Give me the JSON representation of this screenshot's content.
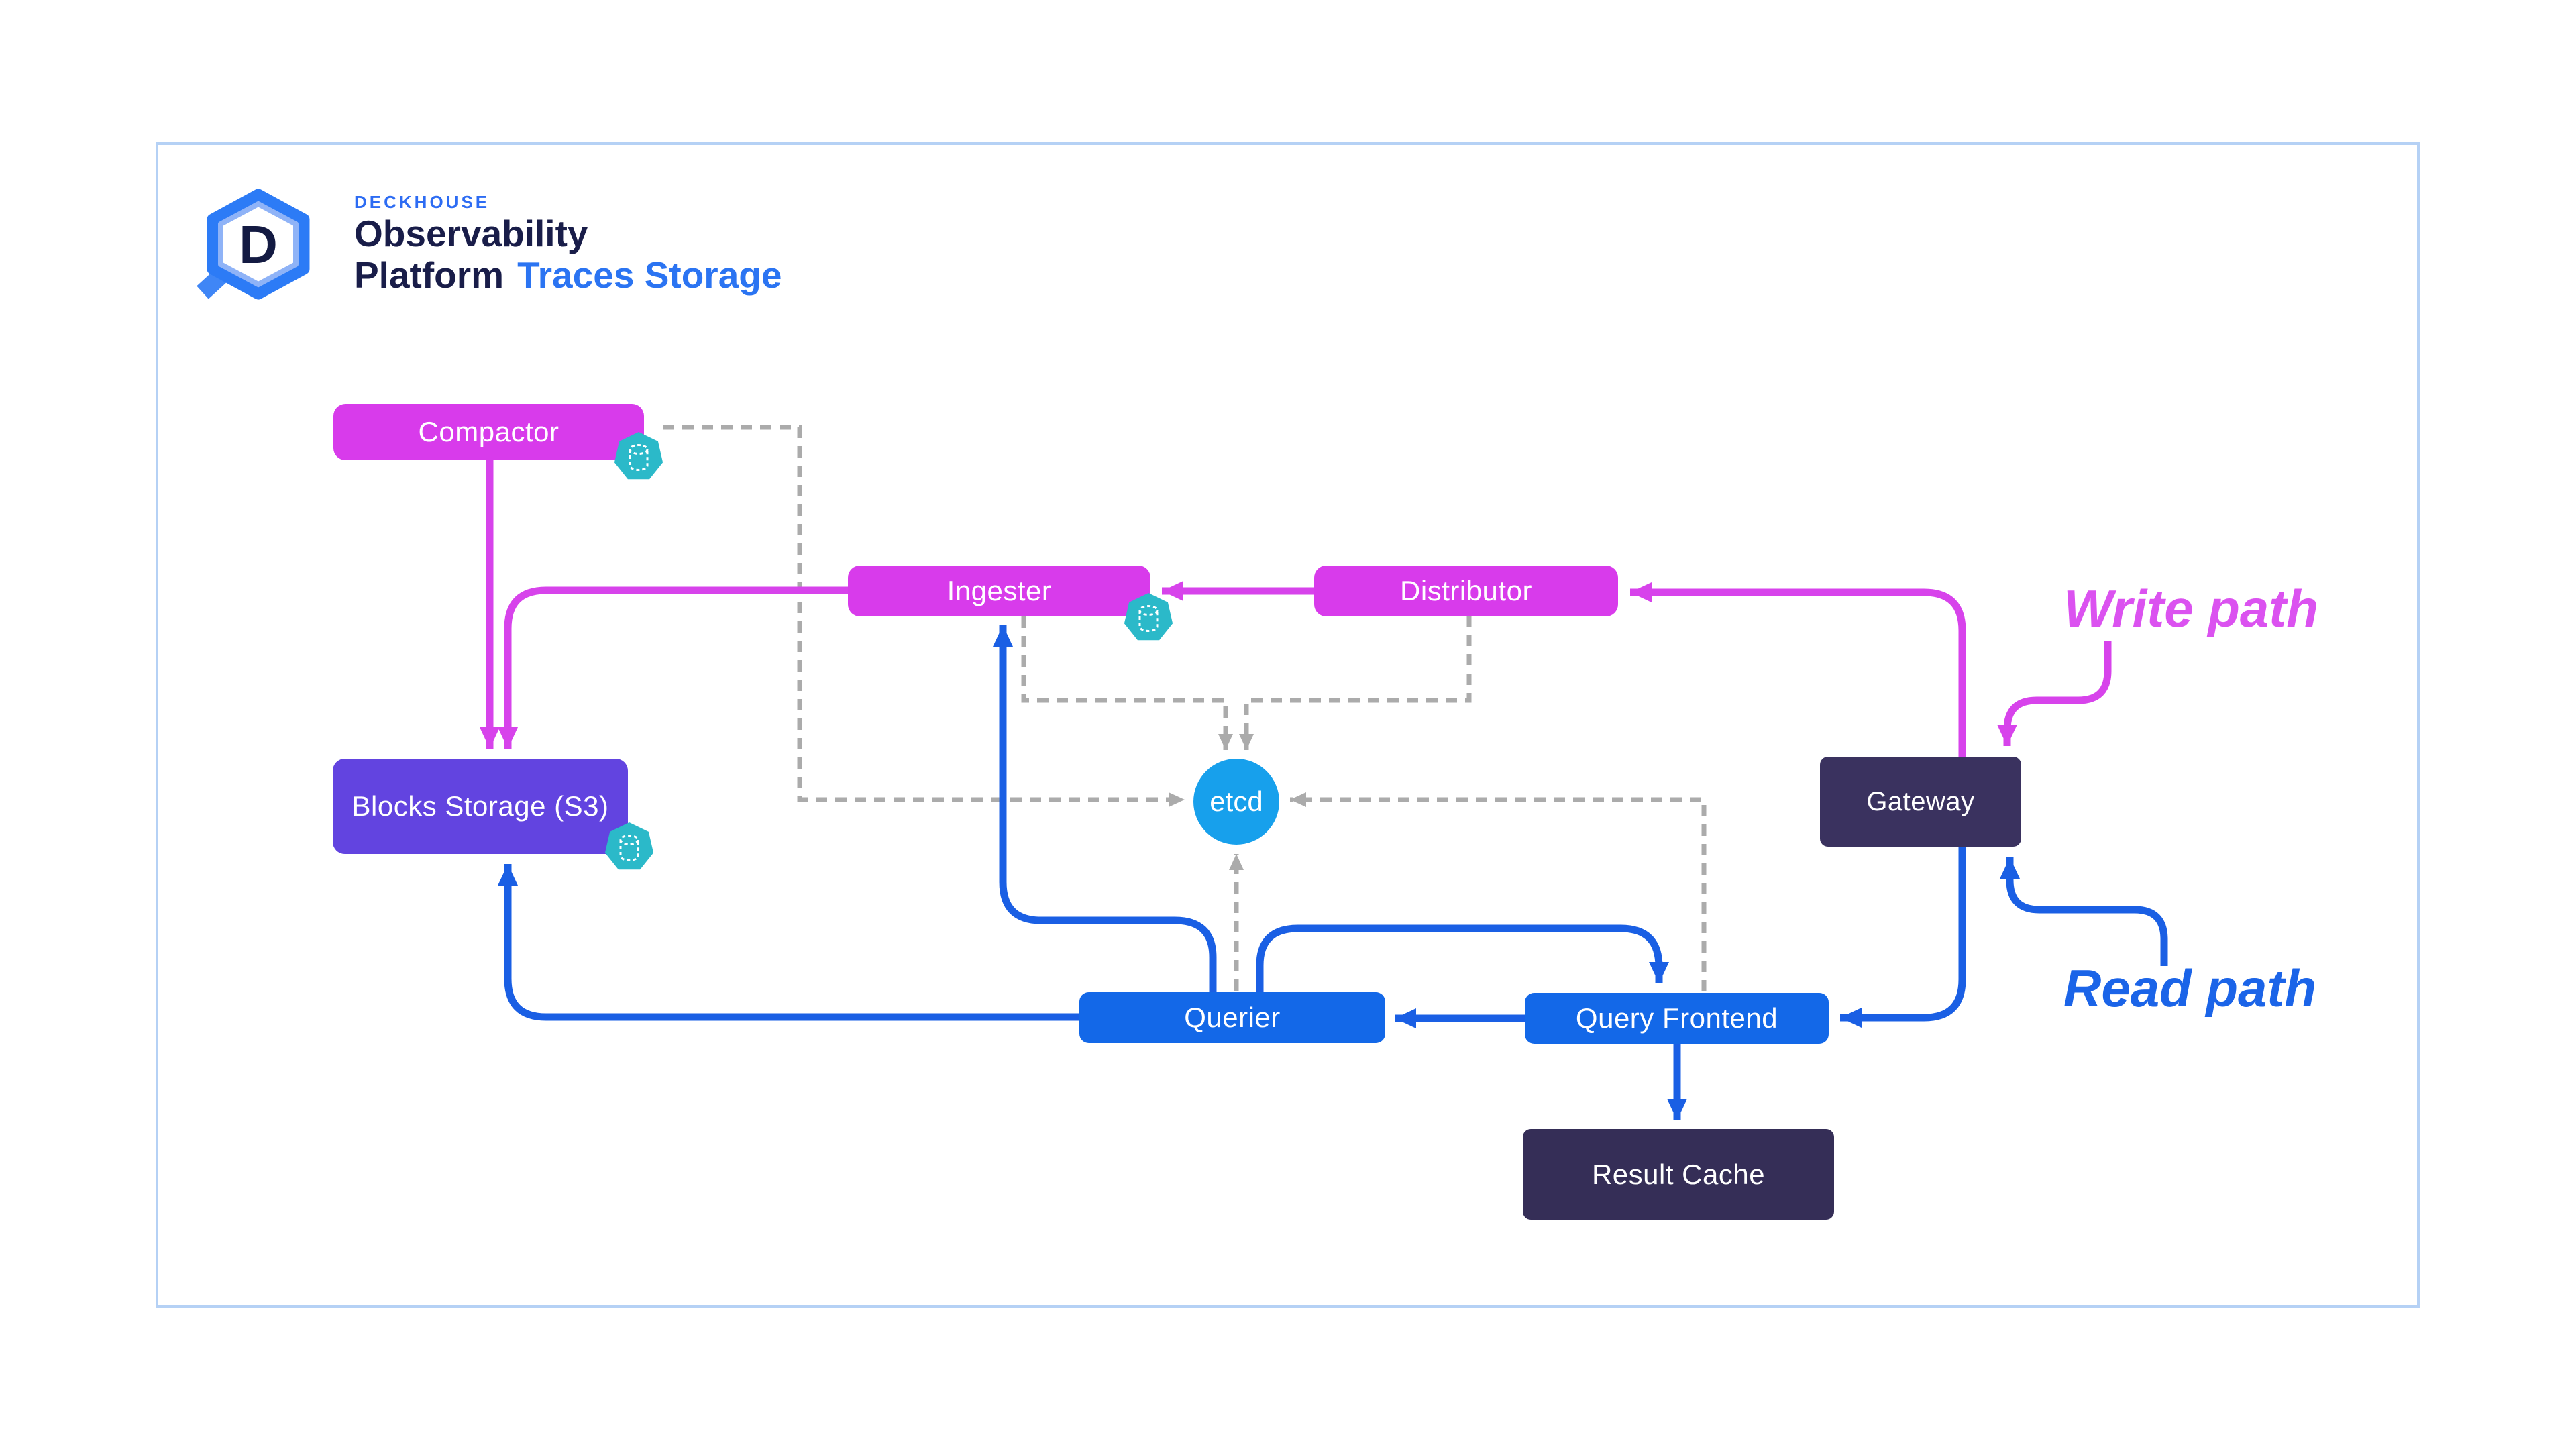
{
  "title": "Deckhouse Observability Platform — Traces Storage architecture diagram",
  "logo": {
    "brand": "DECKHOUSE",
    "line1": "Observability",
    "line2": "Platform",
    "product": "Traces Storage",
    "letter": "D"
  },
  "labels": {
    "write_path": "Write path",
    "read_path": "Read path"
  },
  "nodes": {
    "compactor": {
      "label": "Compactor"
    },
    "ingester": {
      "label": "Ingester"
    },
    "distributor": {
      "label": "Distributor"
    },
    "blocks_storage": {
      "label": "Blocks Storage (S3)"
    },
    "etcd": {
      "label": "etcd"
    },
    "gateway": {
      "label": "Gateway"
    },
    "querier": {
      "label": "Querier"
    },
    "query_frontend": {
      "label": "Query Frontend"
    },
    "result_cache": {
      "label": "Result Cache"
    }
  },
  "edges": [
    {
      "from": "compactor",
      "to": "blocks_storage",
      "path": "write"
    },
    {
      "from": "ingester",
      "to": "blocks_storage",
      "path": "write"
    },
    {
      "from": "distributor",
      "to": "ingester",
      "path": "write"
    },
    {
      "from": "gateway",
      "to": "distributor",
      "path": "write"
    },
    {
      "from": "gateway",
      "to": "query_frontend",
      "path": "read"
    },
    {
      "from": "query_frontend",
      "to": "querier",
      "path": "read"
    },
    {
      "from": "querier",
      "to": "query_frontend",
      "path": "read"
    },
    {
      "from": "querier",
      "to": "ingester",
      "path": "read"
    },
    {
      "from": "querier",
      "to": "blocks_storage",
      "path": "read"
    },
    {
      "from": "query_frontend",
      "to": "result_cache",
      "path": "read"
    },
    {
      "from": "compactor",
      "to": "etcd",
      "path": "ring"
    },
    {
      "from": "ingester",
      "to": "etcd",
      "path": "ring"
    },
    {
      "from": "distributor",
      "to": "etcd",
      "path": "ring"
    },
    {
      "from": "querier",
      "to": "etcd",
      "path": "ring"
    },
    {
      "from": "query_frontend",
      "to": "etcd",
      "path": "ring"
    }
  ],
  "icons": [
    "k8s-database-icon on compactor",
    "k8s-database-icon on ingester",
    "k8s-database-icon on blocks_storage"
  ],
  "colors": {
    "magenta": "#D83BEB",
    "magenta-line": "#D743EB",
    "magenta-label": "#DB52F0",
    "purple": "#6244E0",
    "bluebox": "#1368E8",
    "blue-line": "#1A5FE4",
    "blue-label": "#1B64E8",
    "etcd": "#17A0EC",
    "dark1": "#3A325F",
    "dark2": "#352E57",
    "teal": "#2BB9C9",
    "gray": "#ABABAB",
    "frame": "#B5D1F5",
    "navy": "#191D49",
    "dkblue": "#2D6CF3",
    "tsblue": "#2B74F2"
  }
}
